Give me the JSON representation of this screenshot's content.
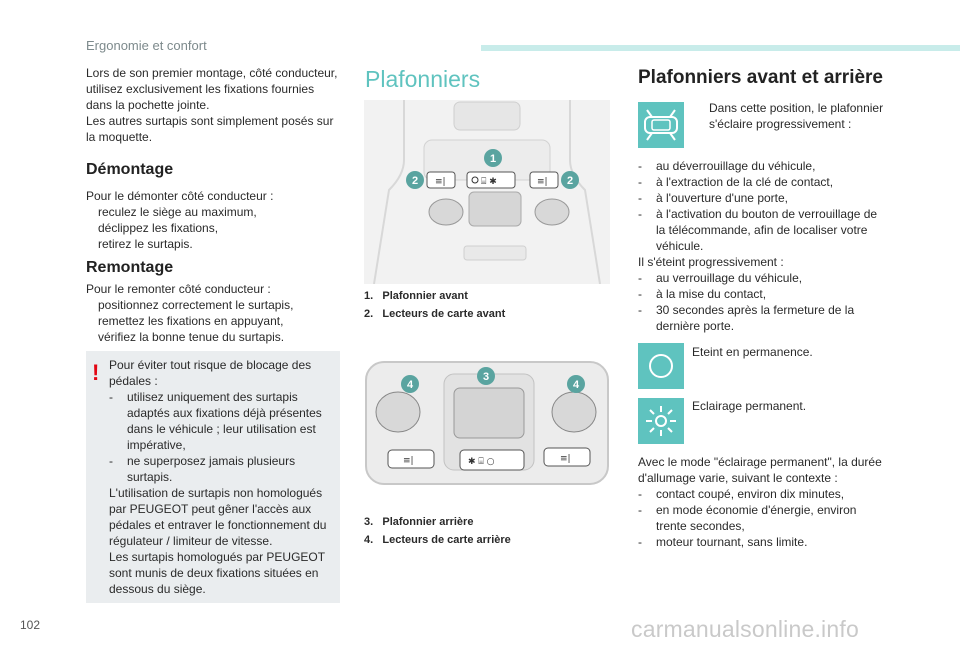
{
  "header": {
    "section": "Ergonomie et confort",
    "page_number": "102",
    "watermark": "carmanualsonline.info"
  },
  "col1": {
    "intro": [
      "Lors de son premier montage, côté conducteur,",
      "utilisez exclusivement les fixations fournies",
      "dans la pochette jointe.",
      "Les autres surtapis sont simplement posés sur",
      "la moquette."
    ],
    "demontage": {
      "title": "Démontage",
      "lead": "Pour le démonter côté conducteur :",
      "marker": "",
      "items": [
        "reculez le siège au maximum,",
        "déclippez les fixations,",
        "retirez le surtapis."
      ]
    },
    "remontage": {
      "title": "Remontage",
      "lead": "Pour le remonter côté conducteur :",
      "marker": "",
      "items": [
        "positionnez correctement le surtapis,",
        "remettez les fixations en appuyant,",
        "vérifiez la bonne tenue du surtapis."
      ]
    },
    "warning": {
      "icon": "!",
      "lines": [
        "Pour éviter tout risque de blocage des",
        "pédales :"
      ],
      "dash": "-",
      "items": [
        [
          "utilisez uniquement des surtapis",
          "adaptés aux fixations déjà présentes",
          "dans le véhicule ; leur utilisation est",
          "impérative,"
        ],
        [
          "ne superposez jamais plusieurs",
          "surtapis."
        ]
      ],
      "after": [
        "L'utilisation de surtapis non homologués",
        "par PEUGEOT peut gêner l'accès aux",
        "pédales et entraver le fonctionnement du",
        "régulateur / limiteur de vitesse.",
        "Les surtapis homologués par PEUGEOT",
        "sont munis de deux fixations situées en",
        "dessous du siège."
      ]
    }
  },
  "col2": {
    "title": "Plafonniers",
    "front_callouts": [
      "1",
      "2",
      "2"
    ],
    "front_legend": [
      {
        "num": "1.",
        "label": "Plafonnier avant"
      },
      {
        "num": "2.",
        "label": "Lecteurs de carte avant"
      }
    ],
    "rear_callouts": [
      "3",
      "4",
      "4"
    ],
    "rear_legend": [
      {
        "num": "3.",
        "label": "Plafonnier arrière"
      },
      {
        "num": "4.",
        "label": "Lecteurs de carte arrière"
      }
    ]
  },
  "col3": {
    "title": "Plafonniers avant et arrière",
    "door_icon_text": [
      "Dans cette position, le plafonnier",
      "s'éclaire progressivement :"
    ],
    "dash": "-",
    "on_items": [
      [
        "au déverrouillage du véhicule,"
      ],
      [
        "à l'extraction de la clé de contact,"
      ],
      [
        "à l'ouverture d'une porte,"
      ],
      [
        "à l'activation du bouton de verrouillage de",
        "la télécommande, afin de localiser votre",
        "véhicule."
      ]
    ],
    "off_lead": "Il s'éteint progressivement :",
    "off_items": [
      [
        "au verrouillage du véhicule,"
      ],
      [
        "à la mise du contact,"
      ],
      [
        "30 secondes après la fermeture de la",
        "dernière porte."
      ]
    ],
    "off_icon_text": "Eteint en permanence.",
    "on_icon_text": "Eclairage permanent.",
    "mode_lines": [
      "Avec le mode \"éclairage permanent\", la durée",
      "d'allumage varie, suivant le contexte :"
    ],
    "mode_items": [
      [
        "contact coupé, environ dix minutes,"
      ],
      [
        "en mode économie d'énergie, environ",
        "trente secondes,"
      ],
      [
        "moteur tournant, sans limite."
      ]
    ]
  },
  "colors": {
    "accent": "#5fc3bf",
    "warning": "#e30613",
    "box": "#eaedef",
    "callout": "#5aa4a0"
  }
}
